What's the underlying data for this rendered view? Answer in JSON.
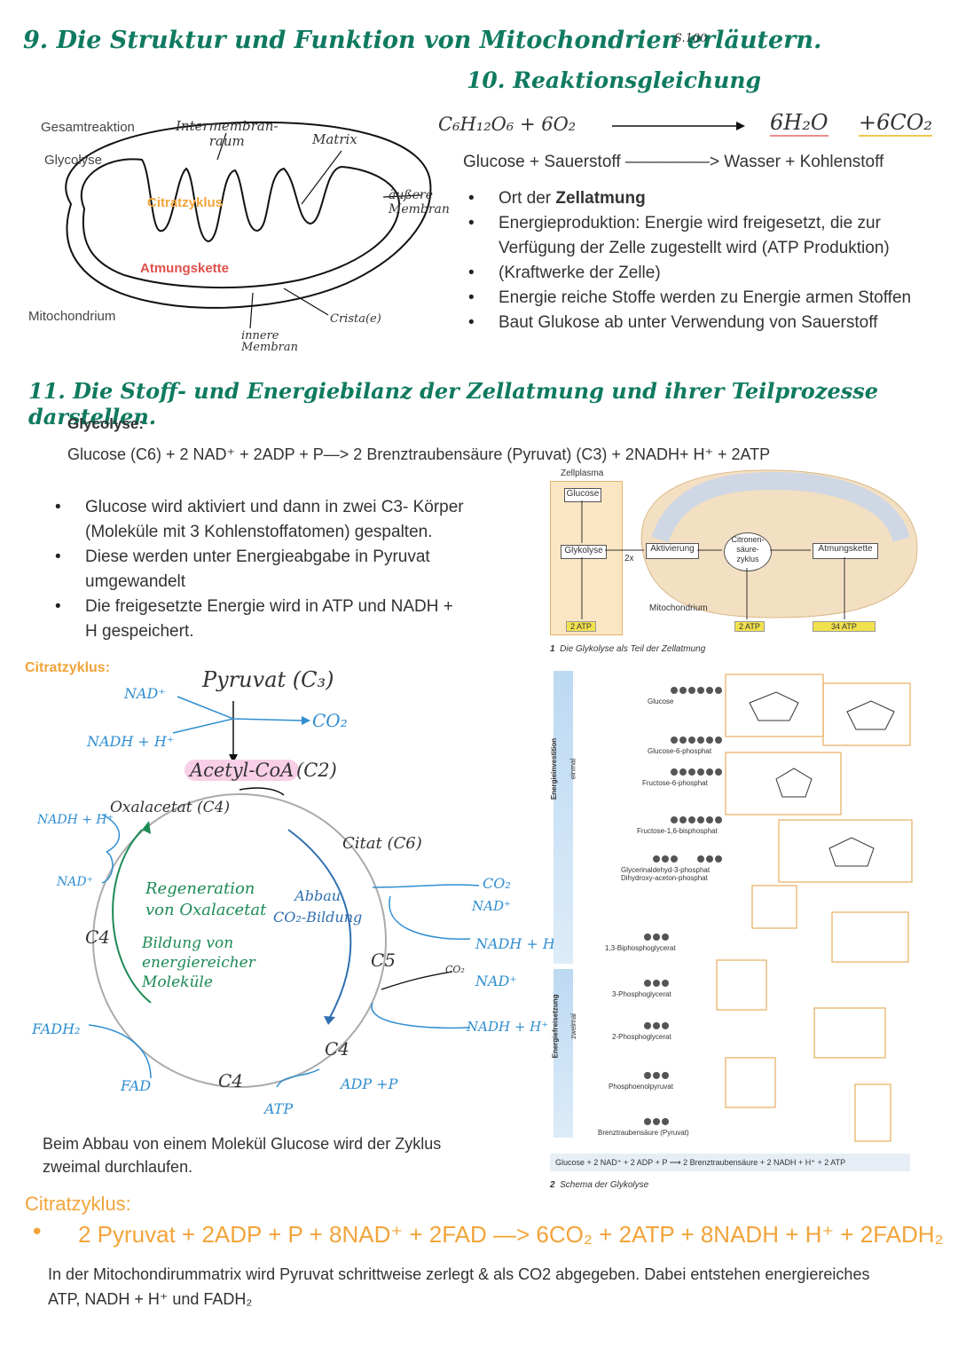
{
  "sec9": {
    "title": "9. Die Struktur und Funktion von Mitochondrien erläutern.",
    "page_ref": "S.100"
  },
  "mito": {
    "gesamt": "Gesamtreaktion",
    "glycolyse": "Glycolyse",
    "intermembran": "Intermembran-\nraum",
    "matrix": "Matrix",
    "citrat": "Citratzyklus",
    "aeussere": "äußere\nMembran",
    "atmung": "Atmungskette",
    "mitochondrium": "Mitochondrium",
    "crista": "Crista(e)",
    "innere": "innere\nMembran"
  },
  "sec10": {
    "title": "10. Reaktionsgleichung",
    "eq_left": "C₆H₁₂O₆ + 6O₂",
    "eq_h2o": "6H₂O",
    "eq_co2": "+6CO₂",
    "words": "Glucose + Sauerstoff —————> Wasser + Kohlenstoff",
    "bullets": [
      {
        "pre": "Ort der ",
        "bold": "Zellatmung"
      },
      {
        "pre": "Energieproduktion: Energie wird freigesetzt, die zur Verfügung der Zelle zugestellt wird (ATP Produktion)",
        "bold": ""
      },
      {
        "pre": "(Kraftwerke der Zelle)",
        "bold": ""
      },
      {
        "pre": "Energie reiche Stoffe werden zu Energie armen Stoffen",
        "bold": ""
      },
      {
        "pre": "Baut Glukose ab unter Verwendung von Sauerstoff",
        "bold": ""
      }
    ]
  },
  "sec11": {
    "title": "11. Die Stoff- und Energiebilanz der Zellatmung und ihrer Teilprozesse darstellen.",
    "glyc_label": "Glycolyse:",
    "glyc_eq": "Glucose (C6) +   2 NAD⁺ +   2ADP   +   P—> 2 Brenztraubensäure (Pyruvat) (C3)   +   2NADH+ H⁺ + 2ATP",
    "glyc_bullets": [
      "Glucose wird aktiviert und dann in zwei C3- Körper (Moleküle mit 3 Kohlenstoffatomen) gespalten.",
      "Diese werden unter Energieabgabe in Pyruvat umgewandelt",
      "Die freigesetzte Energie wird in ATP und NADH + H gespeichert."
    ]
  },
  "fig1": {
    "zellplasma": "Zellplasma",
    "glucose": "Glucose",
    "glykolyse": "Glykolyse",
    "twox": "2x",
    "aktivierung": "Aktivierung",
    "citronen": "Citronen-\nsäure-\nzyklus",
    "atmungskette": "Atmungskette",
    "mitochondrium": "Mitochondrium",
    "atp1": "2 ATP",
    "atp2": "2 ATP",
    "atp3": "34 ATP",
    "caption_num": "1",
    "caption": "Die Glykolyse als Teil der Zellatmung"
  },
  "cycle": {
    "label": "Citratzyklus:",
    "pyruvat": "Pyruvat (C₃)",
    "nad_top": "NAD⁺",
    "nadh_top": "NADH + H⁺",
    "co2_top": "CO₂",
    "acetyl": "Acetyl-CoA",
    "acetyl_c": "(C2)",
    "oxal": "Oxalacetat (C4)",
    "citrat": "Citat (C6)",
    "nadh_left": "NADH + H⁺",
    "nad_left": "NAD⁺",
    "c4_left": "C4",
    "regen": "Regeneration\nvon Oxalacetat",
    "bildung": "Bildung von\nenergiereicher\nMoleküle",
    "abbau": "Abbau\nCO₂-Bildung",
    "co2_r1": "CO₂",
    "nad_r1": "NAD⁺",
    "nadh_r1": "NADH + H⁺",
    "c5": "C5",
    "co2_small": "CO₂",
    "nad_r2": "NAD⁺",
    "nadh_r2": "NADH + H⁺",
    "c4_right": "C4",
    "fadh2": "FADH₂",
    "fad": "FAD",
    "c4_bottom": "C4",
    "adp": "ADP +P",
    "atp": "ATP",
    "note": "Beim Abbau von einem Molekül Glucose wird der Zyklus zweimal durchlaufen."
  },
  "fig2": {
    "einmal_label": "Energieinvestition",
    "einmal": "einmal",
    "zweimal_label": "Energiefreisetzung",
    "zweimal": "zweimal",
    "steps": [
      "Glucose",
      "Glucose-6-phosphat",
      "Fructose-6-phosphat",
      "Fructose-1,6-bisphosphat",
      "Glycerinaldehyd-3-phosphat  Dihydroxy-aceton-phosphat",
      "1,3-Biphosphoglycerat",
      "3-Phosphoglycerat",
      "2-Phosphoglycerat",
      "Phosphoenolpyruvat",
      "Brenztraubensäure (Pyruvat)"
    ],
    "sum": "Glucose + 2 NAD⁺ + 2 ADP + P  ⟶  2 Brenztraubensäure + 2 NADH + H⁺ + 2 ATP",
    "caption_num": "2",
    "caption": "Schema der Glykolyse"
  },
  "bottom": {
    "title": "Citratzyklus:",
    "eq": "2 Pyruvat + 2ADP + P + 8NAD⁺ + 2FAD —> 6CO₂ + 2ATP + 8NADH + H⁺ + 2FADH₂",
    "text": "In der Mitochondirummatrix wird Pyruvat schrittweise zerlegt & als CO2 abgegeben. Dabei entstehen energiereiches ATP, NADH + H⁺ und FADH₂"
  }
}
